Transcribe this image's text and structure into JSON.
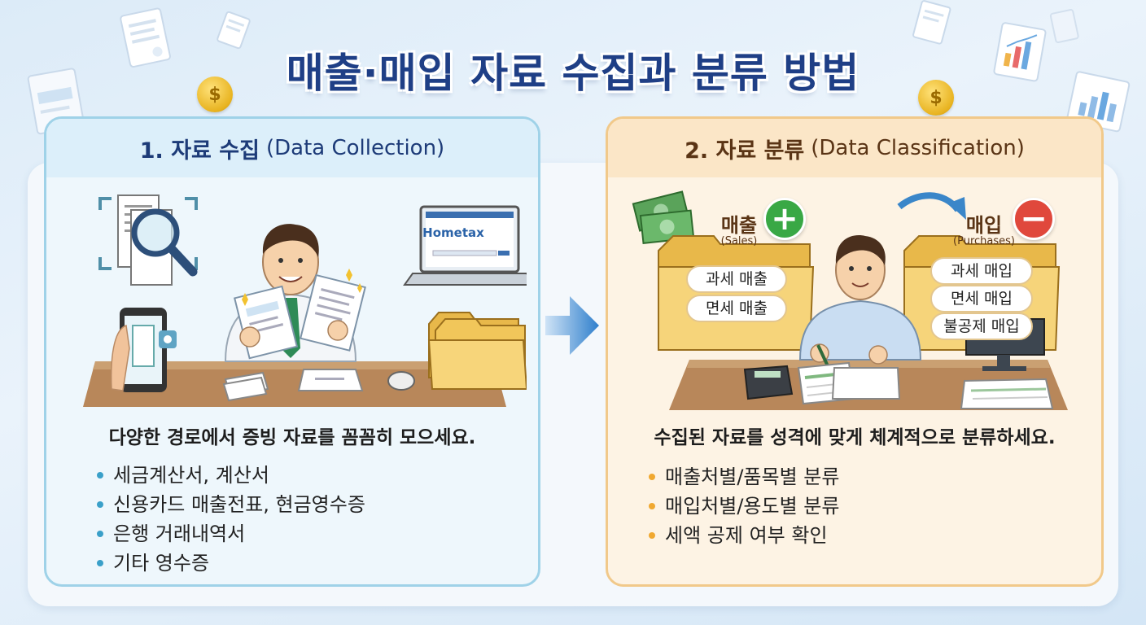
{
  "title": "매출·매입 자료 수집과 분류 방법",
  "left": {
    "heading_bold": "1. 자료 수집",
    "heading_sub": "(Data Collection)",
    "laptop_brand": "Hometax",
    "lead": "다양한 경로에서 증빙 자료를 꼼꼼히 모으세요.",
    "items": [
      "세금계산서, 계산서",
      "신용카드 매출전표, 현금영수증",
      "은행 거래내역서",
      "기타 영수증"
    ]
  },
  "right": {
    "heading_bold": "2. 자료 분류",
    "heading_sub": "(Data Classification)",
    "sales_label": "매출",
    "sales_sub": "(Sales)",
    "sales_items": [
      "과세 매출",
      "면세 매출"
    ],
    "purchase_label": "매입",
    "purchase_sub": "(Purchases)",
    "purchase_items": [
      "과세 매입",
      "면세 매입",
      "불공제 매입"
    ],
    "lead": "수집된 자료를 성격에 맞게 체계적으로 분류하세요.",
    "items": [
      "매출처별/품목별 분류",
      "매입처별/용도별 분류",
      "세액 공제 여부 확인"
    ]
  },
  "icons": {
    "coin": "$",
    "plus": "+",
    "minus": "−"
  },
  "colors": {
    "title": "#1f3f86",
    "left_accent": "#3aa0c9",
    "right_accent": "#f0a830",
    "plus_green": "#39a845",
    "minus_red": "#e0483c"
  }
}
